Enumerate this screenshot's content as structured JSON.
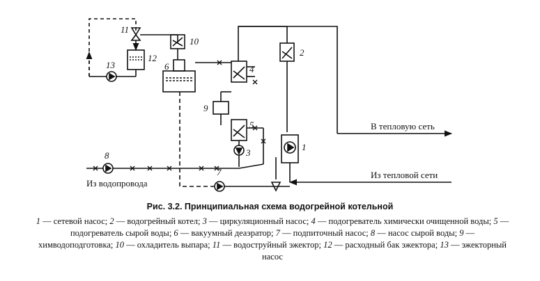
{
  "numbers": {
    "n1": "1",
    "n2": "2",
    "n3": "3",
    "n4": "4",
    "n5": "5",
    "n6": "6",
    "n7": "7",
    "n8": "8",
    "n9": "9",
    "n10": "10",
    "n11": "11",
    "n12": "12",
    "n13": "13"
  },
  "labels": {
    "to_network": "В тепловую сеть",
    "from_network": "Из тепловой сети",
    "from_water": "Из водопровода"
  },
  "caption": {
    "title": "Рис. 3.2. Принципиальная схема водогрейной котельной",
    "items": [
      {
        "num": "1",
        "text": "сетевой насос;"
      },
      {
        "num": "2",
        "text": "водогрейный котел;"
      },
      {
        "num": "3",
        "text": "циркуляционный насос;"
      },
      {
        "num": "4",
        "text": "подогреватель химически очищенной воды;"
      },
      {
        "num": "5",
        "text": "подогреватель сырой воды;"
      },
      {
        "num": "6",
        "text": "вакуумный деаэратор;"
      },
      {
        "num": "7",
        "text": "подпиточный насос;"
      },
      {
        "num": "8",
        "text": "насос сырой воды;"
      },
      {
        "num": "9",
        "text": "химводоподготовка;"
      },
      {
        "num": "10",
        "text": "охладитель выпара;"
      },
      {
        "num": "11",
        "text": "водоструйный эжектор;"
      },
      {
        "num": "12",
        "text": "расходный бак эжектора;"
      },
      {
        "num": "13",
        "text": "эжекторный насос"
      }
    ]
  }
}
